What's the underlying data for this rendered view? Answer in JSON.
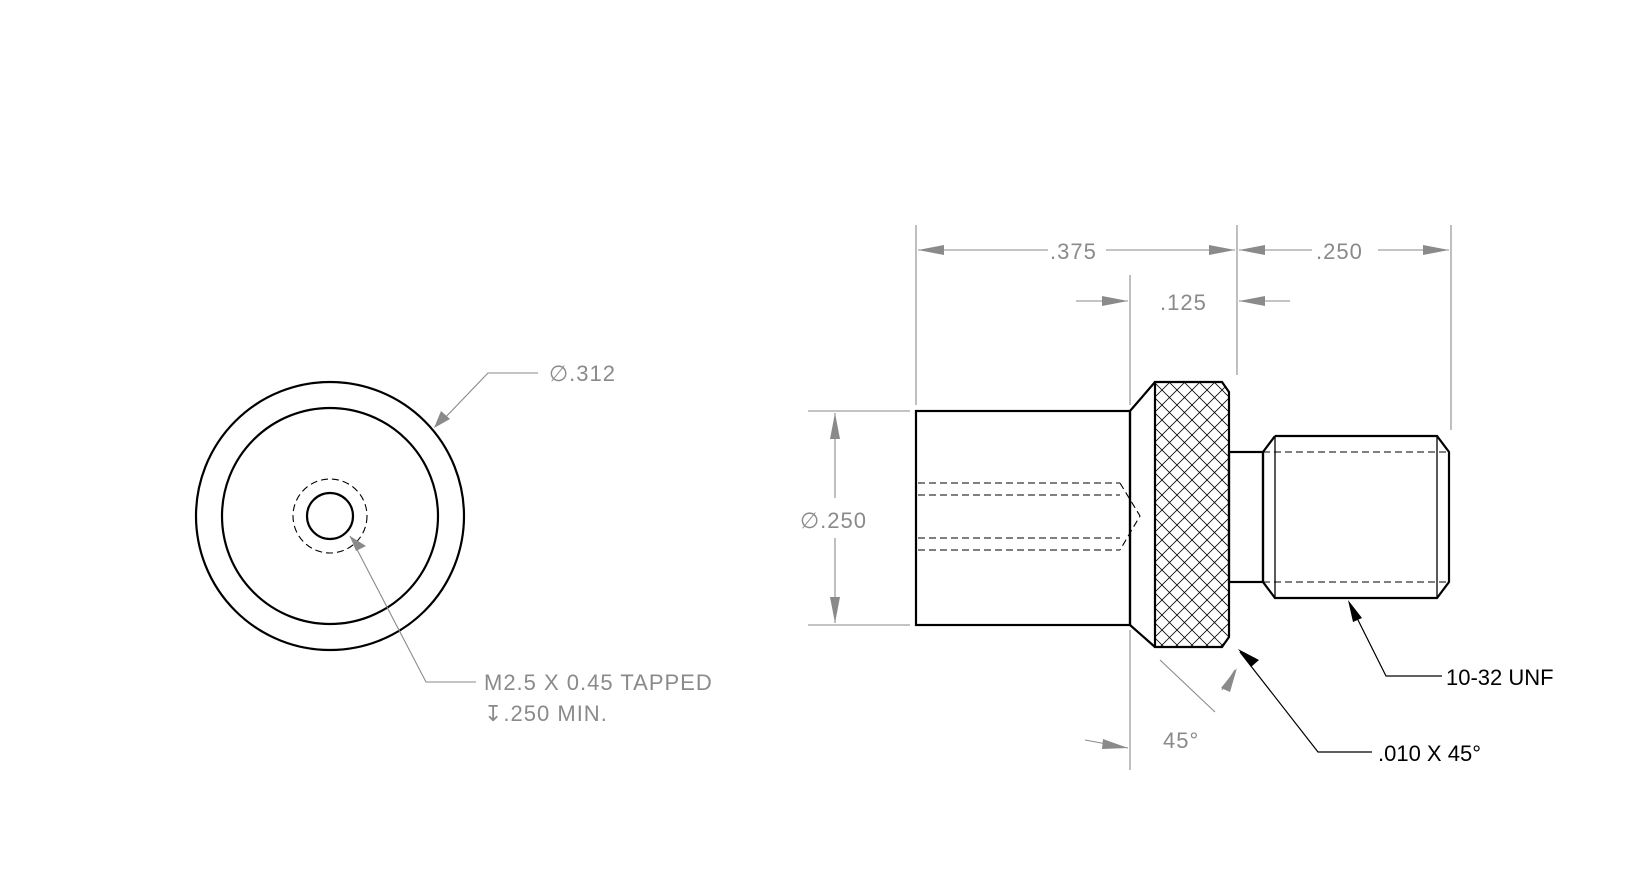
{
  "end_view": {
    "outer_diameter_label": "∅.312",
    "tap_note_line1": "M2.5 X 0.45 TAPPED",
    "tap_note_line2": "↧.250 MIN."
  },
  "side_view": {
    "overall_length_label": ".375",
    "thread_length_label": ".250",
    "knurl_width_label": ".125",
    "body_diameter_label": "∅.250",
    "chamfer_angle_label": "45°",
    "chamfer_note": ".010 X 45°",
    "thread_note": "10-32 UNF"
  }
}
